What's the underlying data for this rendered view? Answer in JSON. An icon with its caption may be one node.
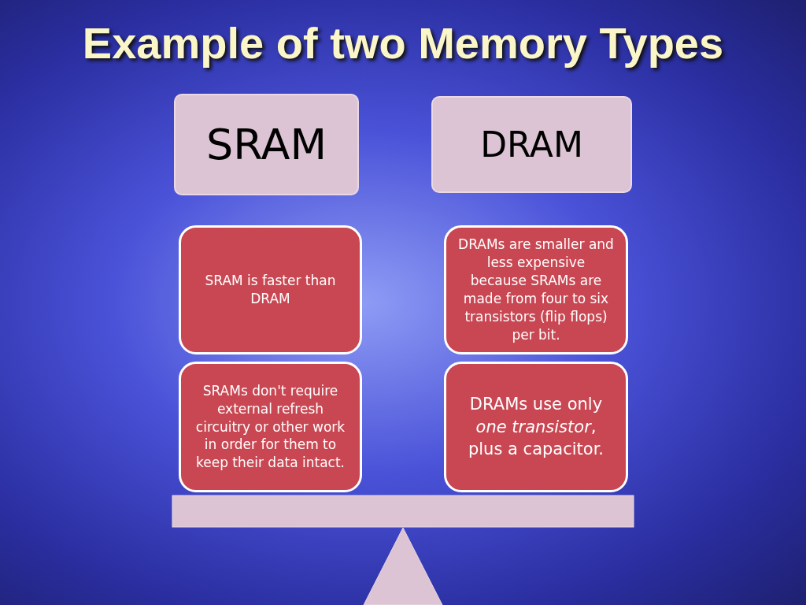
{
  "diagram": {
    "title": "Example of two Memory Types",
    "nodes": [
      {
        "text": [
          "SRAM"
        ]
      },
      {
        "text": [
          "DRAM"
        ]
      },
      {
        "text": [
          "SRAM is faster than DRAM"
        ]
      },
      {
        "text": [
          "DRAMs are smaller and less expensive because SRAMs are made from four to six transistors (flip flops) per bit."
        ]
      },
      {
        "text": [
          "SRAMs don't require external refresh circuitry or other work in order for them to keep their data intact."
        ]
      },
      {
        "text": [
          "DRAMs use only *one transistor*, plus a capacitor."
        ]
      }
    ],
    "edges": []
  }
}
